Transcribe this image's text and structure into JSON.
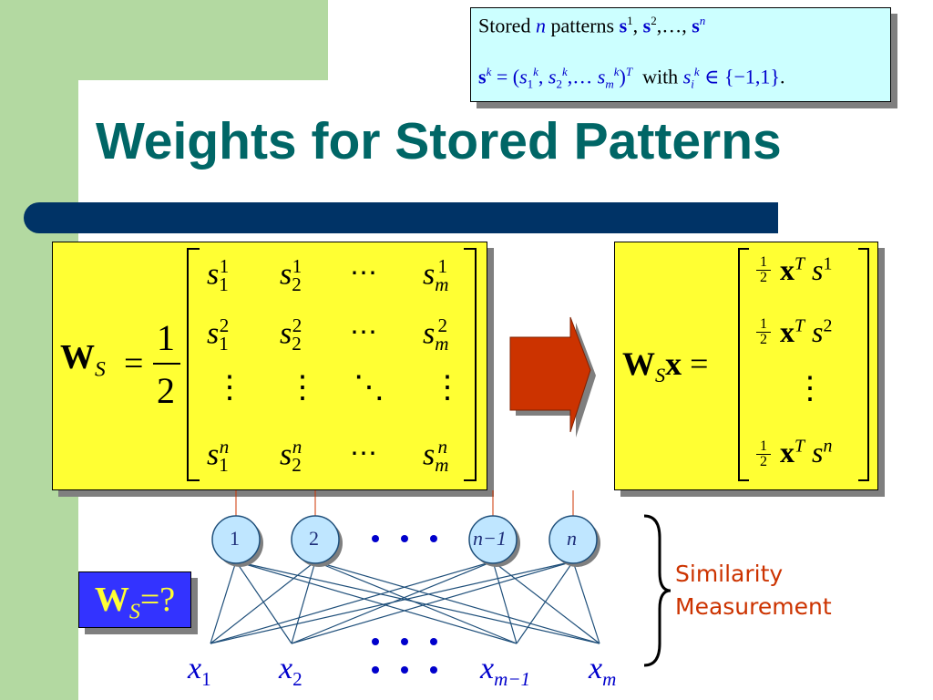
{
  "slide": {
    "title": "Weights for Stored Patterns"
  },
  "info_box": {
    "line1": {
      "stored": "Stored",
      "n": "n",
      "patterns": "patterns",
      "s": "s",
      "sup1": "1",
      "sup2": "2",
      "sep": ",",
      "sep2": ",…,",
      "supn": "n"
    },
    "line2": {
      "s": "s",
      "k": "k",
      "eq": "= (",
      "s_i": "s",
      "sub1": "1",
      "sub2": "2",
      "subm": "m",
      "close": ")",
      "T": "T",
      "with": "with",
      "si_sub": "i",
      "member": "∈ {−1,1}",
      "period": "."
    }
  },
  "matrix_left": {
    "W": "W",
    "S": "S",
    "eq": "=",
    "num": "1",
    "den": "2",
    "s": "s",
    "subs": [
      "1",
      "2",
      "m"
    ],
    "rows_sup": [
      "1",
      "2",
      "n"
    ],
    "hdots": "⋯",
    "vdots": "⋮",
    "ddots": "⋱"
  },
  "matrix_right": {
    "W": "W",
    "S": "S",
    "x": "x",
    "eq": "=",
    "half_num": "1",
    "half_den": "2",
    "T": "T",
    "s": "s",
    "rows_sup": [
      "1",
      "2",
      "n"
    ],
    "vdots": "⋮"
  },
  "network": {
    "nodes": [
      "1",
      "2",
      "n−1",
      "n"
    ],
    "dots": "• • •",
    "inputs": [
      {
        "base": "x",
        "sub": "1"
      },
      {
        "base": "x",
        "sub": "2"
      },
      {
        "base": "x",
        "sub": "m−1"
      },
      {
        "base": "x",
        "sub": "m"
      }
    ]
  },
  "ws_query": {
    "W": "W",
    "S": "S",
    "rest": "=?"
  },
  "similarity": {
    "line1": "Similarity",
    "line2": "Measurement"
  },
  "colors": {
    "title": "#006666",
    "title_bar": "#003366",
    "green_bg": "#b3d9a1",
    "yellow": "#ffff33",
    "info_bg": "#ccffff",
    "node_fill": "#bfe6ff",
    "arrow": "#cc3300",
    "blue_text": "#0000cc",
    "similarity_text": "#cc3300"
  }
}
